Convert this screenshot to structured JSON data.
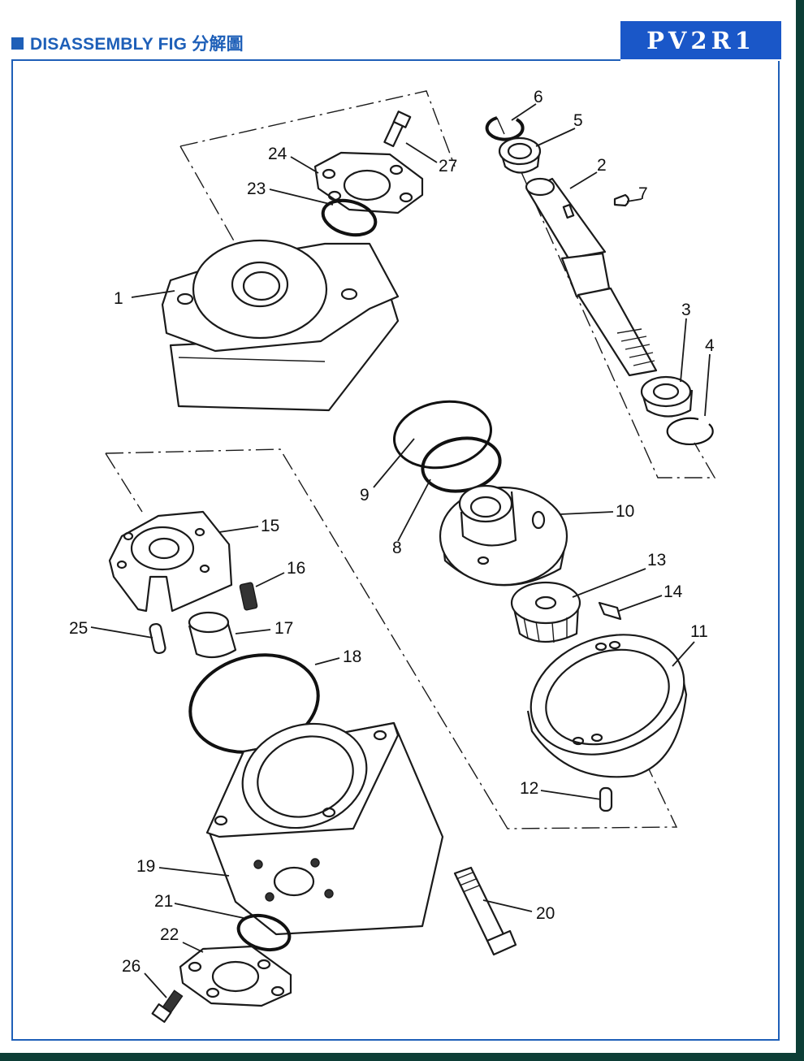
{
  "header": {
    "title": "DISASSEMBLY FIG 分解圖",
    "model": "PV2R1"
  },
  "colors": {
    "brand_blue": "#1e5fb8",
    "model_box": "#1a57c8",
    "frame": "#0d3e36",
    "line": "#1a1a1a"
  },
  "callouts": [
    "1",
    "2",
    "3",
    "4",
    "5",
    "6",
    "7",
    "8",
    "9",
    "10",
    "11",
    "12",
    "13",
    "14",
    "15",
    "16",
    "17",
    "18",
    "19",
    "20",
    "21",
    "22",
    "23",
    "24",
    "25",
    "26",
    "27"
  ]
}
